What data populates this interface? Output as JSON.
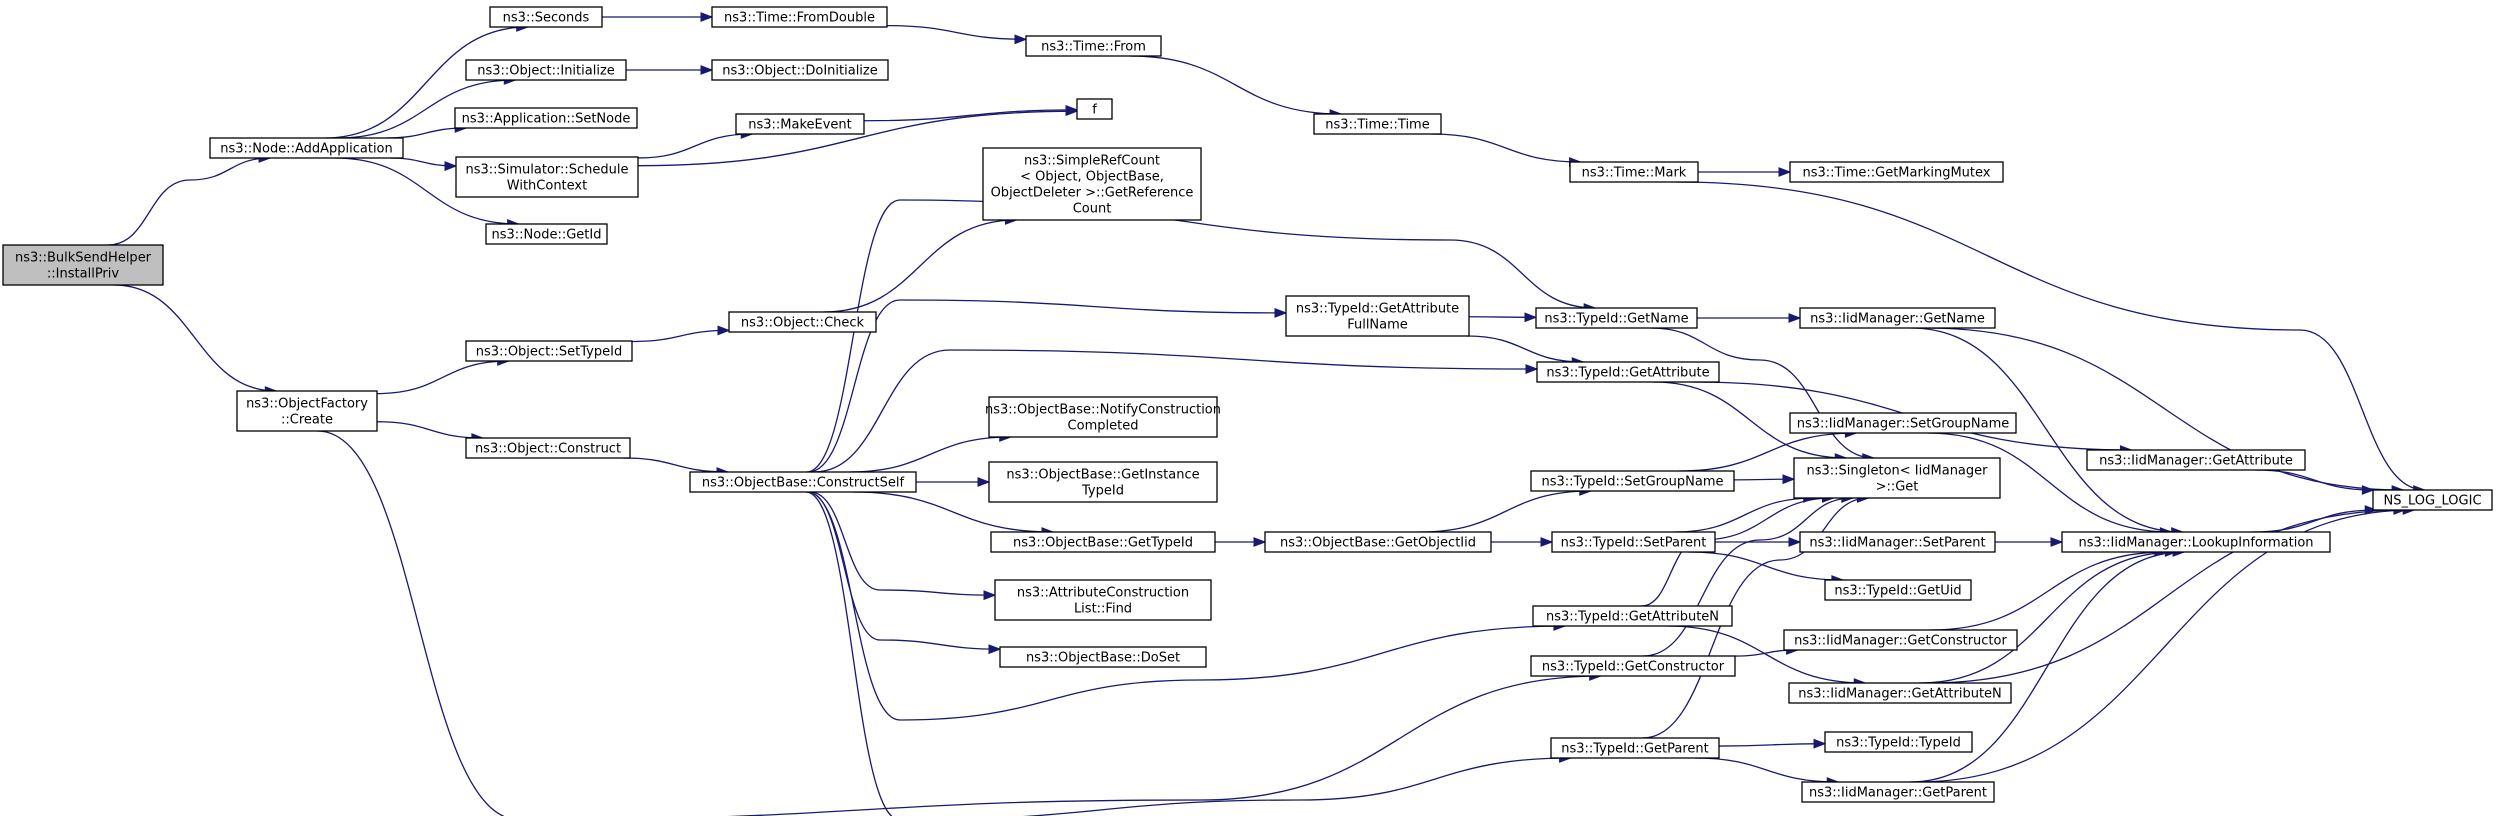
{
  "colors": {
    "edge": "#191970",
    "node_border": "#000000",
    "node_fill": "#ffffff",
    "root_fill": "#bfbfbf",
    "text": "#000000"
  },
  "nodes": {
    "root": [
      "ns3::BulkSendHelper",
      "::InstallPriv"
    ],
    "add_application": [
      "ns3::Node::AddApplication"
    ],
    "object_factory_create": [
      "ns3::ObjectFactory",
      "::Create"
    ],
    "seconds": [
      "ns3::Seconds"
    ],
    "object_initialize": [
      "ns3::Object::Initialize"
    ],
    "application_setnode": [
      "ns3::Application::SetNode"
    ],
    "schedule_with_context": [
      "ns3::Simulator::Schedule",
      "WithContext"
    ],
    "node_getid": [
      "ns3::Node::GetId"
    ],
    "object_settypeid": [
      "ns3::Object::SetTypeId"
    ],
    "object_construct": [
      "ns3::Object::Construct"
    ],
    "time_fromdouble": [
      "ns3::Time::FromDouble"
    ],
    "object_doinitialize": [
      "ns3::Object::DoInitialize"
    ],
    "make_event": [
      "ns3::MakeEvent"
    ],
    "f": [
      "f"
    ],
    "time_from": [
      "ns3::Time::From"
    ],
    "time_time": [
      "ns3::Time::Time"
    ],
    "time_mark": [
      "ns3::Time::Mark"
    ],
    "time_getmarkingmutex": [
      "ns3::Time::GetMarkingMutex"
    ],
    "simplerefcount": [
      "ns3::SimpleRefCount",
      "< Object, ObjectBase,",
      "ObjectDeleter >::GetReference",
      "Count"
    ],
    "object_check": [
      "ns3::Object::Check"
    ],
    "constructself": [
      "ns3::ObjectBase::ConstructSelf"
    ],
    "notify_construction": [
      "ns3::ObjectBase::NotifyConstruction",
      "Completed"
    ],
    "getinstance_typeid": [
      "ns3::ObjectBase::GetInstance",
      "TypeId"
    ],
    "objectbase_gettypeid": [
      "ns3::ObjectBase::GetTypeId"
    ],
    "attr_construction_find": [
      "ns3::AttributeConstruction",
      "List::Find"
    ],
    "objectbase_doset": [
      "ns3::ObjectBase::DoSet"
    ],
    "getattribute_fullname": [
      "ns3::TypeId::GetAttribute",
      "FullName"
    ],
    "getobjectiid": [
      "ns3::ObjectBase::GetObjectIid"
    ],
    "typeid_getname": [
      "ns3::TypeId::GetName"
    ],
    "typeid_getattribute": [
      "ns3::TypeId::GetAttribute"
    ],
    "typeid_setgroupname": [
      "ns3::TypeId::SetGroupName"
    ],
    "typeid_setparent": [
      "ns3::TypeId::SetParent"
    ],
    "typeid_getattributen": [
      "ns3::TypeId::GetAttributeN"
    ],
    "typeid_getconstructor": [
      "ns3::TypeId::GetConstructor"
    ],
    "typeid_getparent": [
      "ns3::TypeId::GetParent"
    ],
    "iid_getname": [
      "ns3::IidManager::GetName"
    ],
    "iid_setgroupname": [
      "ns3::IidManager::SetGroupName"
    ],
    "singleton_get": [
      "ns3::Singleton< IidManager",
      ">::Get"
    ],
    "iid_setparent": [
      "ns3::IidManager::SetParent"
    ],
    "typeid_getuid": [
      "ns3::TypeId::GetUid"
    ],
    "iid_getconstructor": [
      "ns3::IidManager::GetConstructor"
    ],
    "iid_getattributen": [
      "ns3::IidManager::GetAttributeN"
    ],
    "typeid_typeid": [
      "ns3::TypeId::TypeId"
    ],
    "iid_getparent": [
      "ns3::IidManager::GetParent"
    ],
    "iid_getattribute": [
      "ns3::IidManager::GetAttribute"
    ],
    "iid_lookupinformation": [
      "ns3::IidManager::LookupInformation"
    ],
    "ns_log_logic": [
      "NS_LOG_LOGIC"
    ]
  },
  "edges": [
    [
      "root",
      "add_application"
    ],
    [
      "root",
      "object_factory_create"
    ],
    [
      "add_application",
      "seconds"
    ],
    [
      "add_application",
      "object_initialize"
    ],
    [
      "add_application",
      "application_setnode"
    ],
    [
      "add_application",
      "schedule_with_context"
    ],
    [
      "add_application",
      "node_getid"
    ],
    [
      "seconds",
      "time_fromdouble"
    ],
    [
      "object_initialize",
      "object_doinitialize"
    ],
    [
      "schedule_with_context",
      "make_event"
    ],
    [
      "schedule_with_context",
      "f"
    ],
    [
      "make_event",
      "f"
    ],
    [
      "time_fromdouble",
      "time_from"
    ],
    [
      "time_from",
      "time_time"
    ],
    [
      "time_time",
      "time_mark"
    ],
    [
      "time_mark",
      "time_getmarkingmutex"
    ],
    [
      "time_mark",
      "ns_log_logic"
    ],
    [
      "object_factory_create",
      "object_settypeid"
    ],
    [
      "object_factory_create",
      "object_construct"
    ],
    [
      "object_factory_create",
      "typeid_getconstructor"
    ],
    [
      "object_settypeid",
      "object_check"
    ],
    [
      "object_check",
      "simplerefcount"
    ],
    [
      "object_construct",
      "constructself"
    ],
    [
      "constructself",
      "typeid_getname"
    ],
    [
      "constructself",
      "getattribute_fullname"
    ],
    [
      "constructself",
      "typeid_getattribute"
    ],
    [
      "constructself",
      "notify_construction"
    ],
    [
      "constructself",
      "getinstance_typeid"
    ],
    [
      "constructself",
      "objectbase_gettypeid"
    ],
    [
      "constructself",
      "attr_construction_find"
    ],
    [
      "constructself",
      "objectbase_doset"
    ],
    [
      "constructself",
      "typeid_getattributen"
    ],
    [
      "constructself",
      "typeid_getparent"
    ],
    [
      "getattribute_fullname",
      "typeid_getname"
    ],
    [
      "getattribute_fullname",
      "typeid_getattribute"
    ],
    [
      "objectbase_gettypeid",
      "getobjectiid"
    ],
    [
      "getobjectiid",
      "typeid_setgroupname"
    ],
    [
      "getobjectiid",
      "typeid_setparent"
    ],
    [
      "typeid_getname",
      "iid_getname"
    ],
    [
      "typeid_getname",
      "singleton_get"
    ],
    [
      "typeid_getattribute",
      "iid_getattribute"
    ],
    [
      "typeid_getattribute",
      "singleton_get"
    ],
    [
      "typeid_setgroupname",
      "iid_setgroupname"
    ],
    [
      "typeid_setgroupname",
      "singleton_get"
    ],
    [
      "typeid_setparent",
      "singleton_get"
    ],
    [
      "typeid_setparent",
      "iid_setparent"
    ],
    [
      "typeid_setparent",
      "typeid_getuid"
    ],
    [
      "typeid_getattributen",
      "singleton_get"
    ],
    [
      "typeid_getattributen",
      "iid_getattributen"
    ],
    [
      "typeid_getconstructor",
      "singleton_get"
    ],
    [
      "typeid_getconstructor",
      "iid_getconstructor"
    ],
    [
      "typeid_getparent",
      "singleton_get"
    ],
    [
      "typeid_getparent",
      "typeid_typeid"
    ],
    [
      "typeid_getparent",
      "iid_getparent"
    ],
    [
      "iid_getname",
      "ns_log_logic"
    ],
    [
      "iid_getname",
      "iid_lookupinformation"
    ],
    [
      "iid_setgroupname",
      "iid_lookupinformation"
    ],
    [
      "iid_setparent",
      "iid_lookupinformation"
    ],
    [
      "iid_getconstructor",
      "iid_lookupinformation"
    ],
    [
      "iid_getattributen",
      "iid_lookupinformation"
    ],
    [
      "iid_getattributen",
      "ns_log_logic"
    ],
    [
      "iid_getparent",
      "iid_lookupinformation"
    ],
    [
      "iid_getparent",
      "ns_log_logic"
    ],
    [
      "iid_getattribute",
      "ns_log_logic"
    ],
    [
      "iid_lookupinformation",
      "ns_log_logic"
    ]
  ]
}
